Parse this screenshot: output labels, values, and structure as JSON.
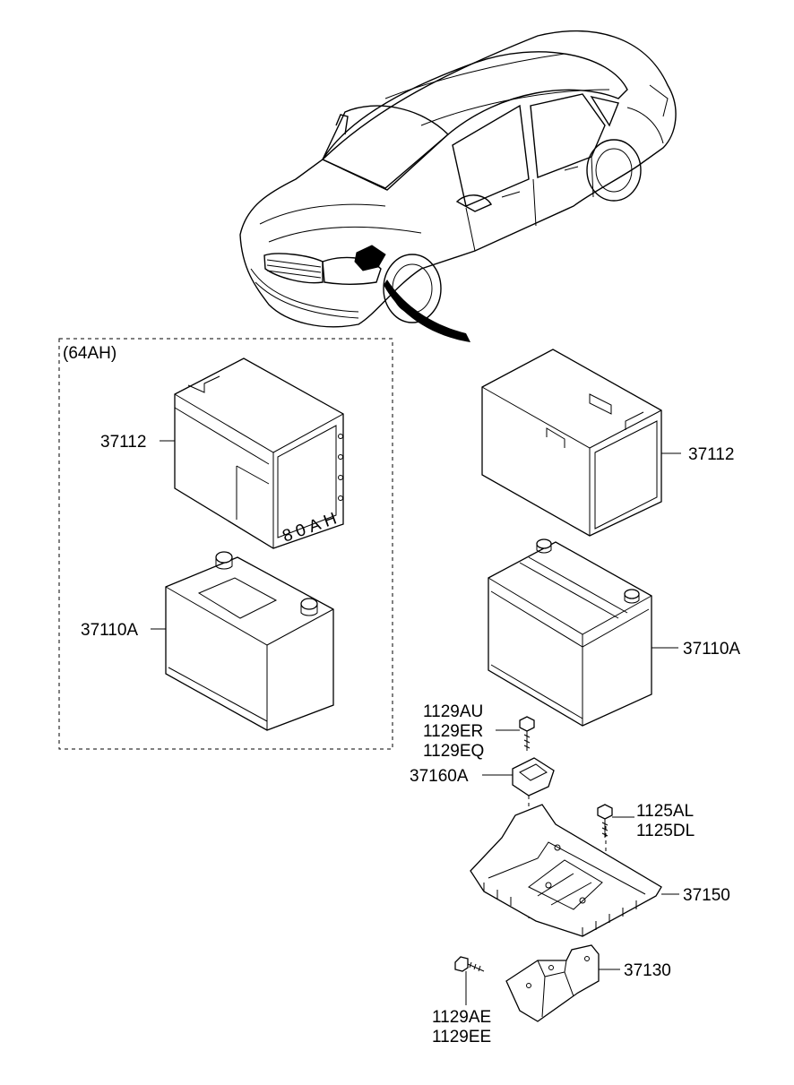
{
  "diagram": {
    "group_label": "(64AH)",
    "battery_marking": "80AH",
    "callouts": {
      "tray_left": "37112",
      "battery_left": "37110A",
      "tray_right": "37112",
      "battery_right": "37110A",
      "bolt_top_1": "1129AU",
      "bolt_top_2": "1129ER",
      "bolt_top_3": "1129EQ",
      "clamp": "37160A",
      "bolt_side_1": "1125AL",
      "bolt_side_2": "1125DL",
      "tray_base": "37150",
      "bracket": "37130",
      "bolt_bottom_1": "1129AE",
      "bolt_bottom_2": "1129EE"
    }
  }
}
